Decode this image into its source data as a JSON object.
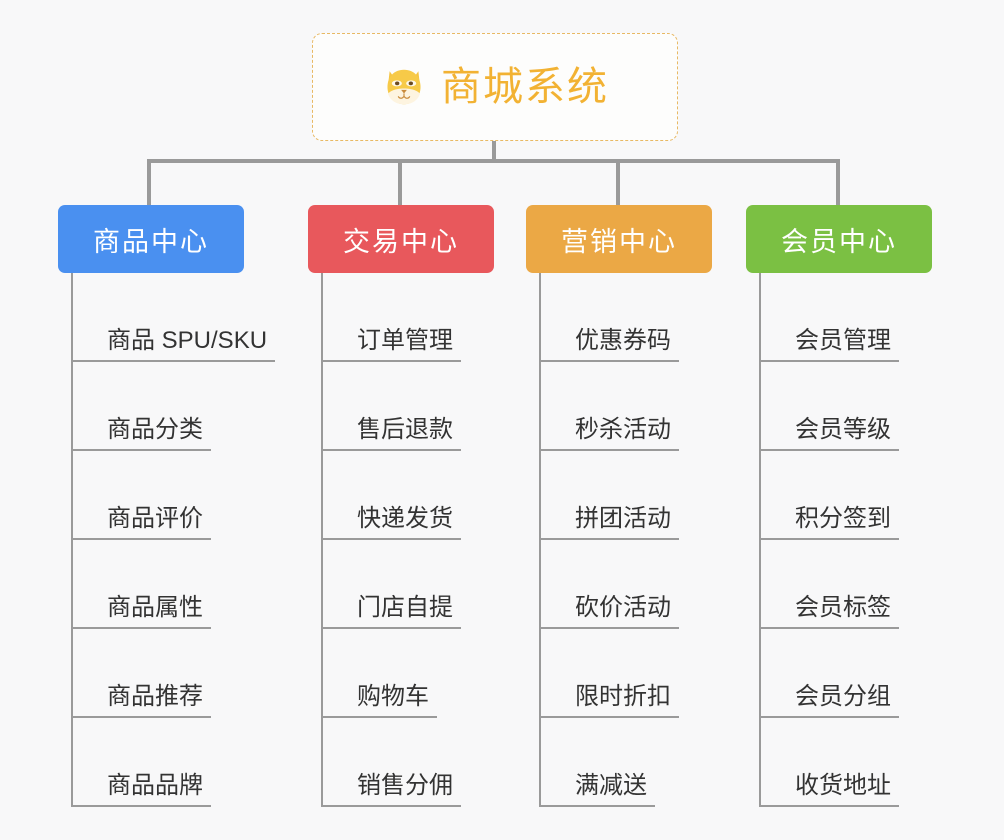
{
  "background_color": "#f8f8f9",
  "root": {
    "title": "商城系统",
    "icon": "shiba-dog-face-emoji",
    "text_color": "#f2b233",
    "border_color": "#e8b964"
  },
  "connector_color": "#9a9a9a",
  "categories": [
    {
      "label": "商品中心",
      "color": "#4a90f0",
      "items": [
        "商品 SPU/SKU",
        "商品分类",
        "商品评价",
        "商品属性",
        "商品推荐",
        "商品品牌"
      ]
    },
    {
      "label": "交易中心",
      "color": "#e8585c",
      "items": [
        "订单管理",
        "售后退款",
        "快递发货",
        "门店自提",
        "购物车",
        "销售分佣"
      ]
    },
    {
      "label": "营销中心",
      "color": "#eba845",
      "items": [
        "优惠券码",
        "秒杀活动",
        "拼团活动",
        "砍价活动",
        "限时折扣",
        "满减送"
      ]
    },
    {
      "label": "会员中心",
      "color": "#7bc043",
      "items": [
        "会员管理",
        "会员等级",
        "积分签到",
        "会员标签",
        "会员分组",
        "收货地址"
      ]
    }
  ]
}
